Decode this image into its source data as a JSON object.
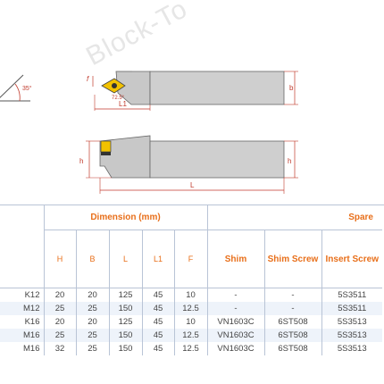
{
  "watermark": "Block-To",
  "drawing": {
    "angle_label": "35°",
    "tip_angle_label": "72.5°",
    "dims": {
      "f": "f",
      "b": "b",
      "l1": "L1",
      "h_top": "h",
      "h_side": "h",
      "l": "L"
    }
  },
  "table": {
    "group_dimension": "Dimension (mm)",
    "group_spare": "Spare",
    "columns": [
      "H",
      "B",
      "L",
      "L1",
      "F",
      "Shim",
      "Shim Screw",
      "Insert Screw"
    ],
    "rows": [
      {
        "code": "K12",
        "cells": [
          "20",
          "20",
          "125",
          "45",
          "10",
          "-",
          "-",
          "5S3511"
        ]
      },
      {
        "code": "M12",
        "cells": [
          "25",
          "25",
          "150",
          "45",
          "12.5",
          "-",
          "-",
          "5S3511"
        ]
      },
      {
        "code": "K16",
        "cells": [
          "20",
          "20",
          "125",
          "45",
          "10",
          "VN1603C",
          "6ST508",
          "5S3513"
        ]
      },
      {
        "code": "M16",
        "cells": [
          "25",
          "25",
          "150",
          "45",
          "12.5",
          "VN1603C",
          "6ST508",
          "5S3513"
        ]
      },
      {
        "code": "M16",
        "cells": [
          "32",
          "25",
          "150",
          "45",
          "12.5",
          "VN1603C",
          "6ST508",
          "5S3513"
        ]
      }
    ]
  },
  "colors": {
    "accent": "#e86f1a",
    "dimension": "#c0392b",
    "insert": "#f2c200",
    "grid": "#b9c4d6",
    "row_shade": "#eef3fa"
  }
}
